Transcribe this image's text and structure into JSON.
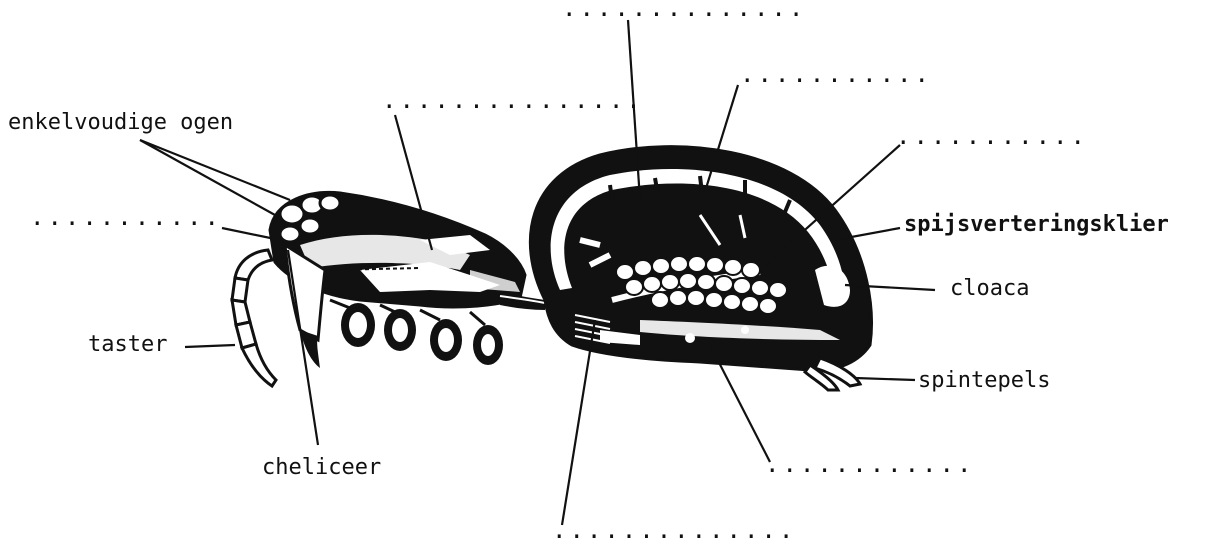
{
  "labels": {
    "simple_eyes": "enkelvoudige ogen",
    "palp": "taster",
    "chelicera": "cheliceer",
    "digestive_gland": "spijsverteringsklier",
    "cloaca": "cloaca",
    "spinnerets": "spintepels"
  },
  "blanks": {
    "blank_top_center": "..............",
    "blank_top_right_1": "...........",
    "blank_top_left": "...............",
    "blank_right": "...........",
    "blank_left": "...........",
    "blank_bottom_right": "............",
    "blank_bottom_center": ".............."
  }
}
